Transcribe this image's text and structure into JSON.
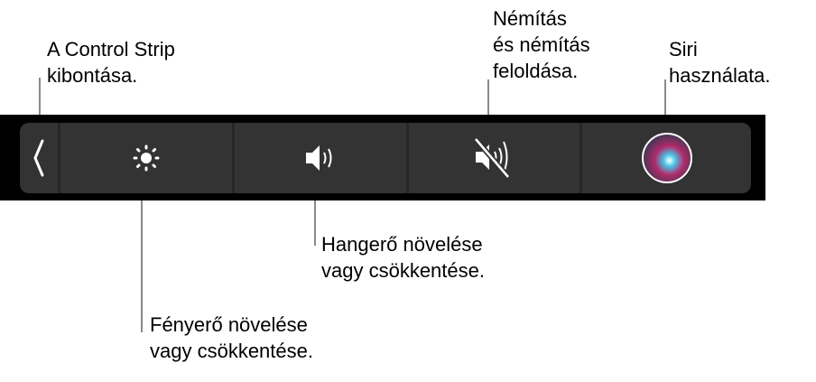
{
  "callouts": {
    "expand": [
      "A Control Strip",
      "kibontása."
    ],
    "mute": [
      "Némítás",
      "és némítás",
      "feloldása."
    ],
    "siri": [
      "Siri",
      "használata."
    ],
    "volume": [
      "Hangerő növelése",
      "vagy csökkentése."
    ],
    "brightness": [
      "Fényerő növelése",
      "vagy csökkentése."
    ]
  },
  "buttons": [
    "chevron-left-icon",
    "brightness-icon",
    "volume-icon",
    "mute-icon",
    "siri-icon"
  ],
  "colors": {
    "bar": "#000000",
    "panel": "#333333",
    "callout_line": "#8a8a8a"
  }
}
